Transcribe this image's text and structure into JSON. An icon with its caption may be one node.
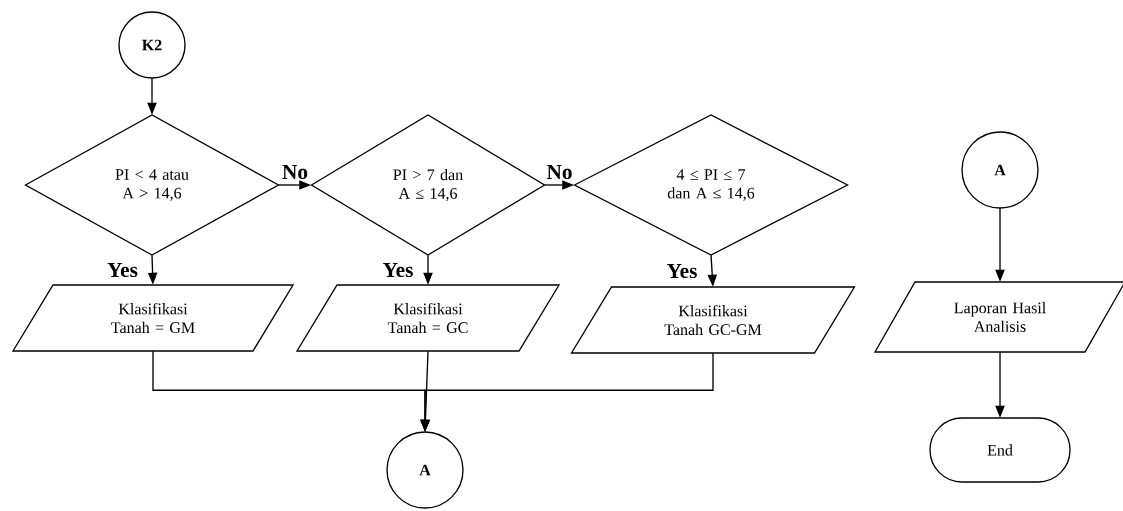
{
  "diagram": {
    "nodes": [
      {
        "text": [
          "K2"
        ]
      },
      {
        "text": [
          "PI < 4 atau A > 14,6"
        ]
      },
      {
        "text": [
          "PI > 7 dan A ≤ 14,6"
        ]
      },
      {
        "text": [
          "4 ≤ PI ≤ 7 dan A ≤ 14,6"
        ]
      },
      {
        "text": [
          "Klasifikasi Tanah = GM"
        ]
      },
      {
        "text": [
          "Klasifikasi Tanah = GC"
        ]
      },
      {
        "text": [
          "Klasifikasi Tanah GC-GM"
        ]
      },
      {
        "text": [
          "A"
        ]
      },
      {
        "text": [
          "A"
        ]
      },
      {
        "text": [
          "Laporan Hasil Analisis"
        ]
      },
      {
        "text": [
          "End"
        ]
      }
    ],
    "edges": [
      {
        "from": 0,
        "to": 1,
        "arrow": "to"
      },
      {
        "from": 1,
        "to": 2,
        "arrow": "to",
        "label": "No"
      },
      {
        "from": 2,
        "to": 3,
        "arrow": "to",
        "label": "No"
      },
      {
        "from": 1,
        "to": 4,
        "arrow": "to",
        "label": "Yes"
      },
      {
        "from": 2,
        "to": 5,
        "arrow": "to",
        "label": "Yes"
      },
      {
        "from": 3,
        "to": 6,
        "arrow": "to",
        "label": "Yes"
      },
      {
        "from": 4,
        "to": 7,
        "arrow": "to"
      },
      {
        "from": 5,
        "to": 7,
        "arrow": "to"
      },
      {
        "from": 6,
        "to": 7,
        "arrow": "to"
      },
      {
        "from": 8,
        "to": 9,
        "arrow": "to"
      },
      {
        "from": 9,
        "to": 10,
        "arrow": "to"
      }
    ]
  }
}
